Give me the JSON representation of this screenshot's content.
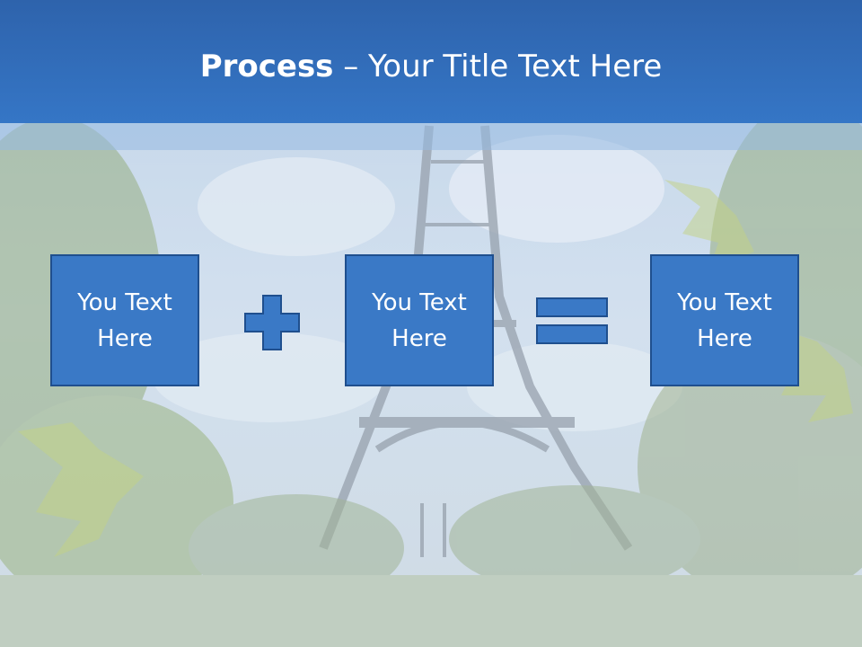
{
  "slide": {
    "title_bold": "Process",
    "title_rest": " – Your Title Text Here",
    "boxes": [
      {
        "text": "You Text Here"
      },
      {
        "text": "You Text Here"
      },
      {
        "text": "You Text Here"
      }
    ],
    "operators": [
      "plus-icon",
      "equals-icon"
    ]
  },
  "colors": {
    "header": "#3576c6",
    "box_fill": "#3a79c6",
    "box_border": "#1f4f8e",
    "text": "#ffffff"
  }
}
